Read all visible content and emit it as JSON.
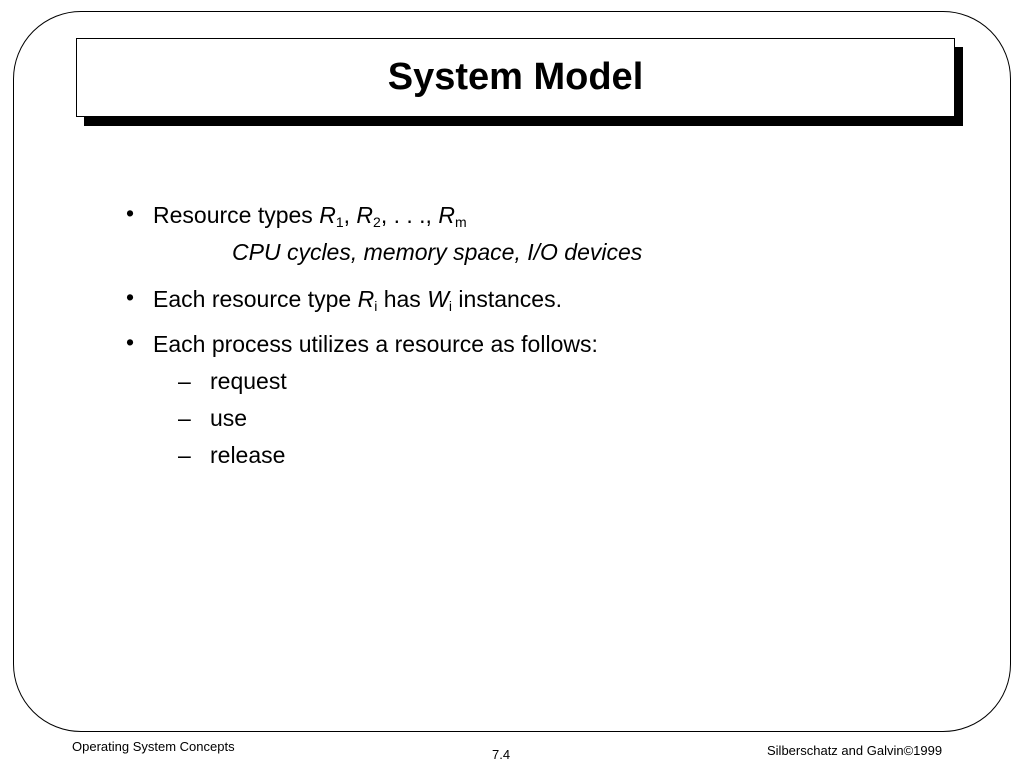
{
  "slide": {
    "title": "System Model",
    "bullets": [
      {
        "prefix": "Resource types ",
        "r1_var": "R",
        "r1_sub": "1",
        "sep1": ", ",
        "r2_var": "R",
        "r2_sub": "2",
        "sep2": ", . . ., ",
        "rm_var": "R",
        "rm_sub": "m",
        "example": "CPU cycles, memory space, I/O devices"
      },
      {
        "prefix": "Each resource type ",
        "ri_var": "R",
        "ri_sub": "i",
        "mid": " has ",
        "wi_var": "W",
        "wi_sub": "i",
        "suffix": " instances."
      },
      {
        "text": "Each process utilizes a resource as follows:",
        "subitems": [
          "request",
          "use",
          "release"
        ]
      }
    ],
    "bullet_glyph": "•",
    "dash_glyph": "–"
  },
  "footer": {
    "left": "Operating System Concepts",
    "center": "7.4",
    "right_name": "Silberschatz and Galvin",
    "right_copyright": "©",
    "right_year": "1999"
  }
}
